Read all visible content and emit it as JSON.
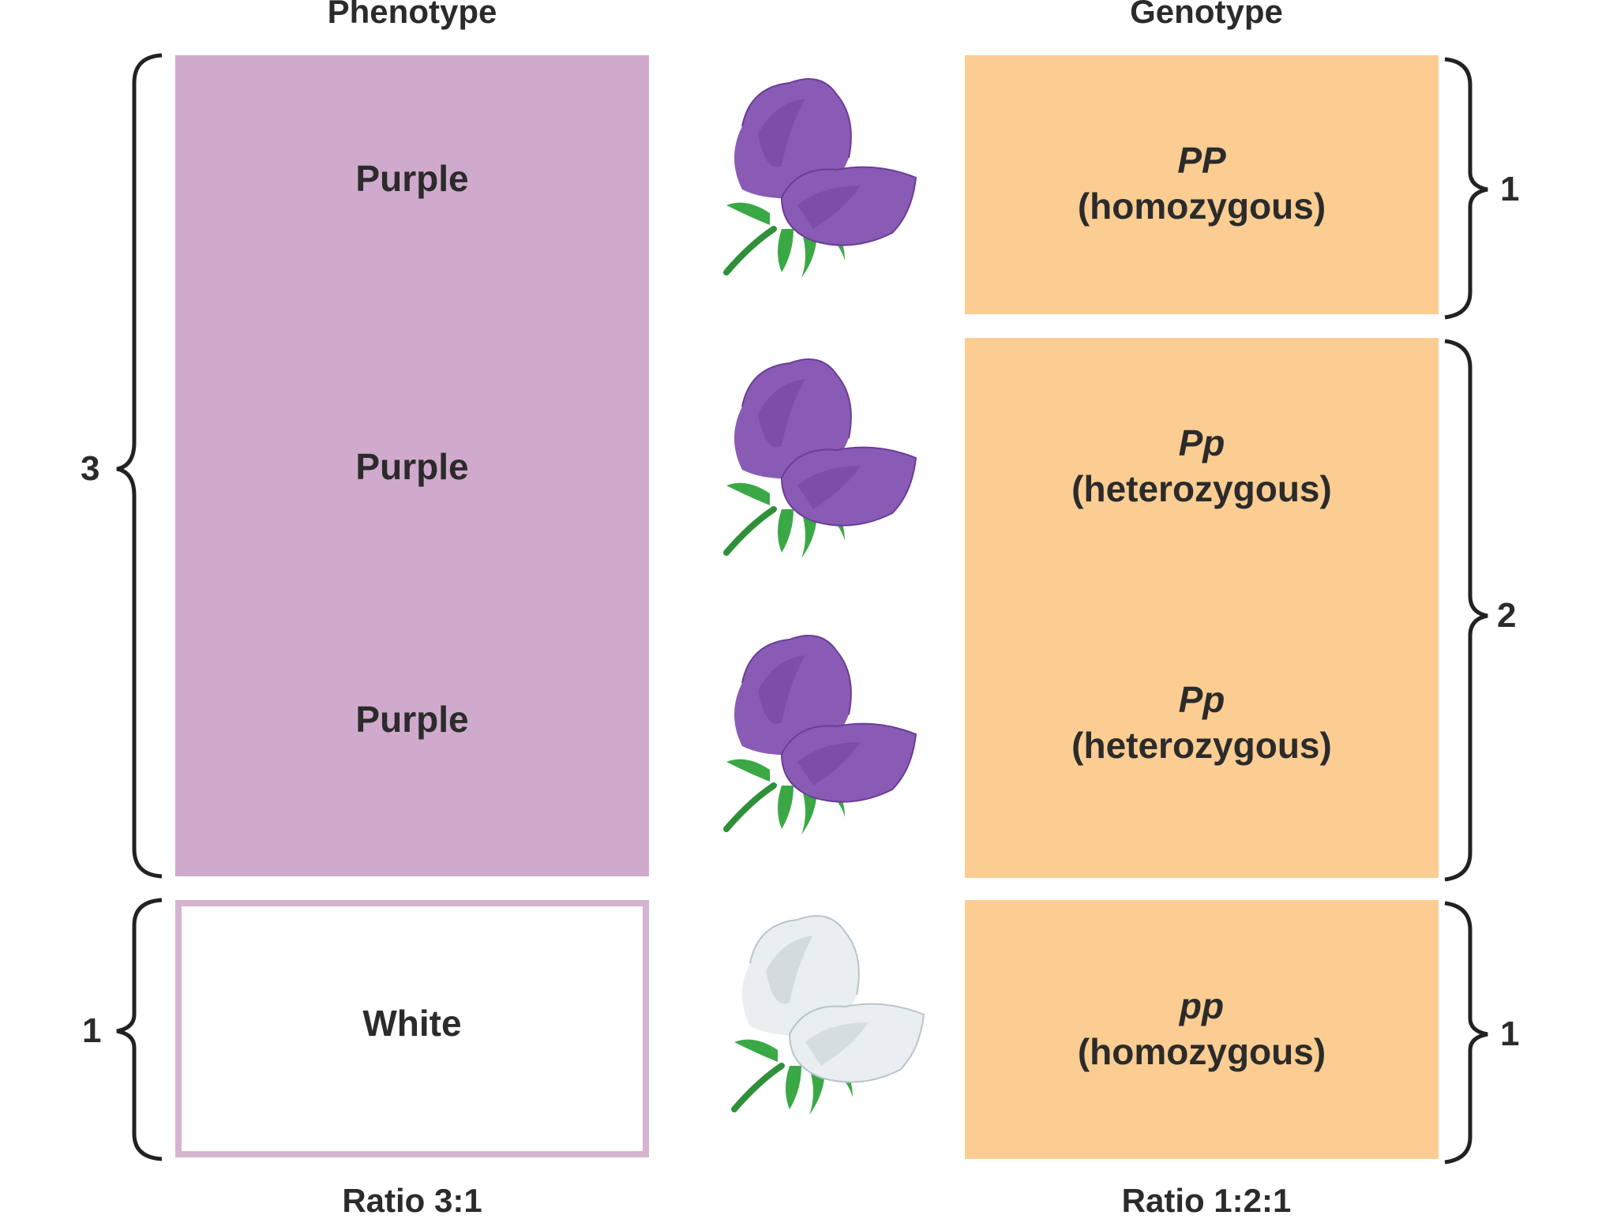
{
  "headers": {
    "phenotype": "Phenotype",
    "genotype": "Genotype"
  },
  "ratios": {
    "phenotype": "Ratio 3:1",
    "genotype": "Ratio 1:2:1"
  },
  "phenotypes": [
    "Purple",
    "Purple",
    "Purple",
    "White"
  ],
  "genotypes": [
    {
      "symbol": "PP",
      "desc": "(homozygous)"
    },
    {
      "symbol": "Pp",
      "desc": "(heterozygous)"
    },
    {
      "symbol": "Pp",
      "desc": "(heterozygous)"
    },
    {
      "symbol": "pp",
      "desc": "(homozygous)"
    }
  ],
  "phenotype_counts": {
    "purple": "3",
    "white": "1"
  },
  "genotype_counts": {
    "homozygous_dominant": "1",
    "heterozygous": "2",
    "homozygous_recessive": "1"
  },
  "flowers": [
    {
      "color_name": "purple",
      "petal": "#8a5bb5",
      "petal_dark": "#6a3d96"
    },
    {
      "color_name": "purple",
      "petal": "#8a5bb5",
      "petal_dark": "#6a3d96"
    },
    {
      "color_name": "purple",
      "petal": "#8a5bb5",
      "petal_dark": "#6a3d96"
    },
    {
      "color_name": "white",
      "petal": "#e9eef0",
      "petal_dark": "#b9c4c9"
    }
  ],
  "colors": {
    "purple_box": "#d0aacc",
    "genotype_box": "#fccd92",
    "white_box_border": "#d4b4cf"
  }
}
